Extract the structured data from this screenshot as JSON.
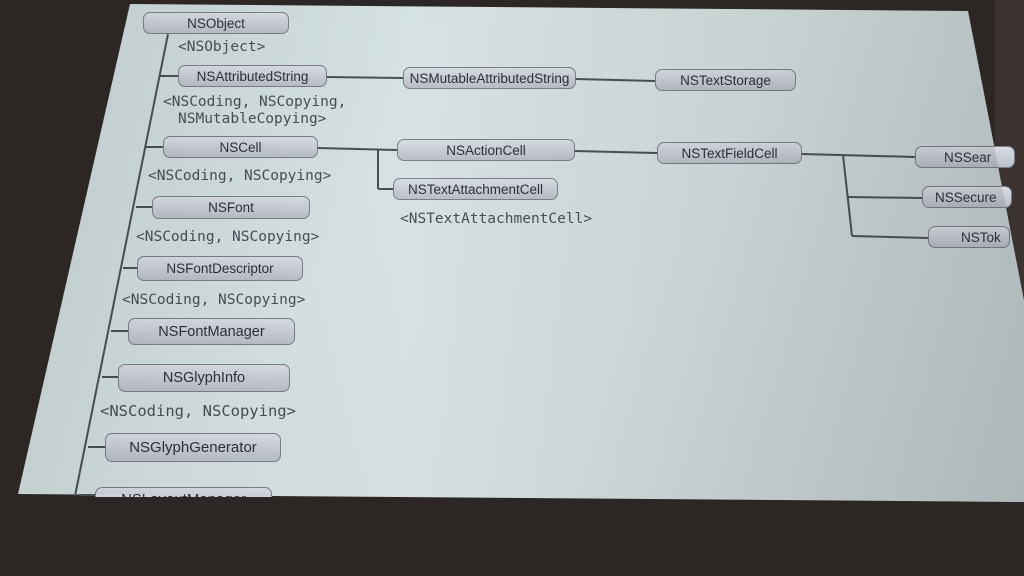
{
  "diagram": {
    "classes": {
      "nsobject": "NSObject",
      "nsattributedstring": "NSAttributedString",
      "nsmutableattributedstring": "NSMutableAttributedString",
      "nstextstorage": "NSTextStorage",
      "nscell": "NSCell",
      "nsactioncell": "NSActionCell",
      "nstextfieldcell": "NSTextFieldCell",
      "nssearch": "NSSear",
      "nssecure": "NSSecure",
      "nstoken": "NSTok",
      "nstextattachmentcell": "NSTextAttachmentCell",
      "nsfont": "NSFont",
      "nsfontdescriptor": "NSFontDescriptor",
      "nsfontmanager": "NSFontManager",
      "nsglyphinfo": "NSGlyphInfo",
      "nsglyphgenerator": "NSGlyphGenerator",
      "nslayoutmanager": "NSLayoutManager"
    },
    "protocols": {
      "nsobject": "<NSObject>",
      "attributedstring_line1": "<NSCoding, NSCopying,",
      "attributedstring_line2": "NSMutableCopying>",
      "cell": "<NSCoding, NSCopying>",
      "textattachmentcell": "<NSTextAttachmentCell>",
      "font": "<NSCoding, NSCopying>",
      "fontdescriptor": "<NSCoding, NSCopying>",
      "glyphinfo": "<NSCoding, NSCopying>"
    }
  }
}
